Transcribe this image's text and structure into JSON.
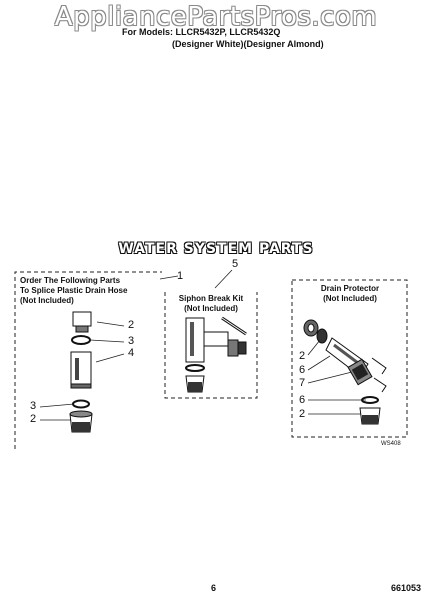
{
  "watermark": "AppliancePartsPros.com",
  "header": {
    "line1": "For Models: LLCR5432P, LLCR5432Q",
    "line2": "(Designer White)(Designer Almond)"
  },
  "section_title": "WATER SYSTEM PARTS",
  "groups": {
    "splice": {
      "line1": "Order The Following Parts",
      "line2": "To Splice Plastic Drain Hose",
      "line3": "(Not Included)"
    },
    "siphon": {
      "line1": "Siphon Break Kit",
      "line2": "(Not Included)"
    },
    "drain": {
      "line1": "Drain Protector",
      "line2": "(Not Included)"
    }
  },
  "callouts": {
    "c1": "1",
    "c2a": "2",
    "c3a": "3",
    "c4": "4",
    "c3b": "3",
    "c2b": "2",
    "c5": "5",
    "c2c": "2",
    "c6a": "6",
    "c7": "7",
    "c6b": "6",
    "c2d": "2"
  },
  "figure_code": "WS408",
  "footer": {
    "page": "6",
    "doc_number": "661053"
  }
}
